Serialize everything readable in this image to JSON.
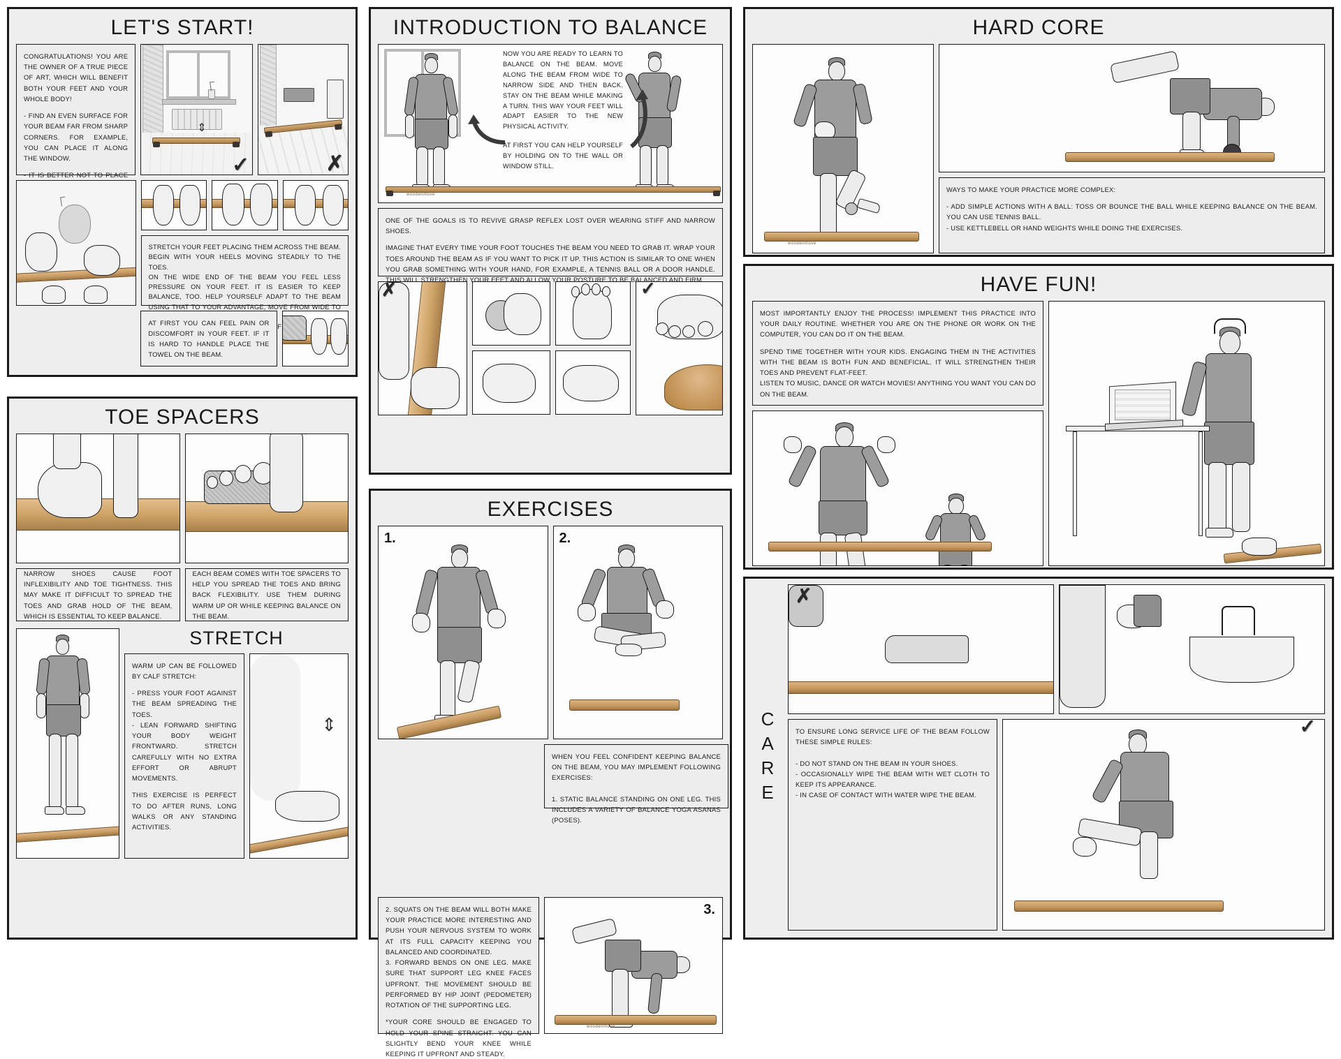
{
  "panels": {
    "lets_start": {
      "title": "LET'S START!",
      "intro": "CONGRATULATIONS! YOU ARE THE OWNER OF A TRUE PIECE OF ART, WHICH WILL BENEFIT BOTH YOUR FEET AND YOUR WHOLE BODY!",
      "tip1": "- FIND AN EVEN SURFACE FOR YOUR BEAM FAR FROM SHARP CORNERS. FOR EXAMPLE, YOU CAN PLACE IT ALONG THE WINDOW.",
      "tip2": "- IT IS BETTER NOT TO PLACE THE BEAM CLOSE TO A RADIATOR OR HUMIDIFIER TO AVOID ANY HARM.",
      "stretch_text": "STRETCH YOUR FEET PLACING THEM ACROSS THE BEAM. BEGIN WITH YOUR HEELS MOVING STEADILY TO THE TOES.\nON THE WIDE END OF THE BEAM YOU FEEL LESS PRESSURE ON YOUR FEET. IT IS EASIER TO KEEP BALANCE, TOO. HELP YOURSELF ADAPT TO THE BEAM USING THAT TO YOUR ADVANTAGE, MOVE FROM WIDE TO NARROW END.\nNOTE:YOU CAN ALSO HELP YOURSELF BY HOLDING ON TO THE WALL OR WINDOW-SILL.",
      "pain_text": "AT FIRST YOU CAN FEEL PAIN OR DISCOMFORT IN YOUR FEET. IF IT IS HARD TO HANDLE PLACE THE TOWEL ON THE BEAM.",
      "check_mark": "✓",
      "cross_mark": "✗"
    },
    "toe_spacers": {
      "title": "TOE SPACERS",
      "left_text": "NARROW SHOES CAUSE FOOT INFLEXIBILITY AND TOE TIGHTNESS. THIS MAY MAKE IT DIFFICULT TO SPREAD THE TOES AND GRAB HOLD OF THE BEAM, WHICH IS ESSENTIAL TO KEEP BALANCE.",
      "right_text": "EACH BEAM COMES WITH TOE SPACERS TO HELP YOU SPREAD THE TOES AND BRING BACK FLEXIBILITY. USE THEM DURING WARM UP OR WHILE KEEPING BALANCE ON THE BEAM."
    },
    "stretch": {
      "title": "STRETCH",
      "p1": "WARM UP CAN BE FOLLOWED BY CALF STRETCH:",
      "p2": "- PRESS YOUR FOOT AGAINST THE BEAM SPREADING THE TOES.\n- LEAN FORWARD SHIFTING YOUR BODY WEIGHT FRONTWARD. STRETCH CAREFULLY WITH NO EXTRA EFFORT OR ABRUPT MOVEMENTS.",
      "p3": "THIS EXERCISE IS PERFECT TO DO AFTER RUNS, LONG WALKS OR ANY STANDING ACTIVITIES."
    },
    "introduction": {
      "title": "INTRODUCTION TO BALANCE",
      "p1": "NOW YOU ARE READY TO LEARN TO BALANCE ON THE BEAM. MOVE ALONG THE BEAM  FROM WIDE TO NARROW SIDE AND THEN BACK. STAY ON THE BEAM WHILE MAKING A TURN. THIS WAY YOUR FEET WILL ADAPT EASIER TO THE NEW PHYSICAL ACTIVITY.",
      "p2": "AT FIRST YOU CAN HELP YOURSELF BY HOLDING ON TO THE WALL OR WINDOW STILL.",
      "goals_p1": "ONE OF THE GOALS IS TO REVIVE GRASP REFLEX LOST OVER WEARING STIFF AND NARROW SHOES.",
      "goals_p2": "IMAGINE THAT EVERY TIME YOUR FOOT TOUCHES THE BEAM YOU NEED TO GRAB IT. WRAP YOUR TOES AROUND THE BEAM AS IF YOU WANT TO PICK IT UP. THIS ACTION IS SIMILAR TO ONE WHEN YOU GRAB SOMETHING WITH YOUR HAND, FOR EXAMPLE, A TENNIS BALL OR A DOOR HANDLE. THIS WILL STRENGTHEN YOUR FEET AND ALLOW YOUR POSTURE TO BE BALANCED AND FIRM.",
      "cross_mark": "✗",
      "check_mark": "✓"
    },
    "exercises": {
      "title": "EXERCISES",
      "num1": "1.",
      "num2": "2.",
      "num3": "3.",
      "box1": "WHEN YOU FEEL CONFIDENT KEEPING BALANCE ON THE BEAM, YOU MAY IMPLEMENT FOLLOWING EXERCISES:\n\n1. STATIC BALANCE STANDING ON ONE LEG. THIS INCLUDES A VARIETY OF BALANCE YOGA ASANAS (POSES).",
      "box2_a": "2. SQUATS ON THE BEAM WILL BOTH MAKE YOUR PRACTICE MORE INTERESTING AND PUSH YOUR NERVOUS SYSTEM TO WORK AT ITS FULL CAPACITY KEEPING YOU BALANCED AND COORDINATED.\n3. FORWARD BENDS ON ONE LEG. MAKE SURE THAT SUPPORT LEG KNEE FACES UPFRONT. THE MOVEMENT SHOULD BE PERFORMED BY HIP JOINT (PEDOMETER) ROTATION OF THE SUPPORTING LEG.",
      "box2_b": "*YOUR CORE SHOULD BE ENGAGED TO HOLD YOUR SPINE STRAIGHT. YOU CAN SLIGHTLY BEND YOUR KNEE WHILE KEEPING IT UPFRONT AND STEADY."
    },
    "hard_core": {
      "title": "HARD CORE",
      "heading": "WAYS TO MAKE YOUR PRACTICE MORE COMPLEX:",
      "bullet1": "- ADD SIMPLE ACTIONS WITH A BALL: TOSS OR BOUNCE THE BALL WHILE KEEPING BALANCE ON THE BEAM. YOU CAN USE TENNIS BALL.",
      "bullet2": "- USE KETTLEBELL OR HAND WEIGHTS WHILE DOING THE EXERCISES."
    },
    "have_fun": {
      "title": "HAVE FUN!",
      "p1": "MOST IMPORTANTLY ENJOY THE PROCESS! IMPLEMENT THIS PRACTICE INTO YOUR DAILY ROUTINE. WHETHER YOU ARE ON THE PHONE OR WORK ON THE COMPUTER, YOU CAN DO IT ON THE BEAM.",
      "p2": "SPEND TIME TOGETHER WITH YOUR KIDS. ENGAGING THEM IN THE ACTIVITIES WITH THE BEAM IS BOTH FUN AND BENEFICIAL. IT WILL STRENGTHEN THEIR TOES AND PREVENT FLAT-FEET.\nLISTEN TO MUSIC, DANCE OR WATCH MOVIES! ANYTHING YOU WANT YOU CAN DO ON THE BEAM."
    },
    "care": {
      "title": "CARE",
      "body": "TO ENSURE LONG SERVICE LIFE OF THE BEAM FOLLOW THESE SIMPLE RULES:\n\n- DO NOT STAND ON THE BEAM IN YOUR SHOES.\n- OCCASIONALLY WIPE THE BEAM WITH WET CLOTH TO KEEP ITS APPEARANCE.\n- IN CASE OF CONTACT WITH WATER WIPE THE BEAM.",
      "cross_mark": "✗",
      "check_mark": "✓"
    }
  },
  "brand": "woodenmove",
  "colors": {
    "panel_bg": "#eeeeee",
    "border": "#1a1a1a",
    "wood_light": "#d2a974",
    "wood_dark": "#a87f4c",
    "figure_fill": "#9c9c9c",
    "skin": "#ececec"
  }
}
